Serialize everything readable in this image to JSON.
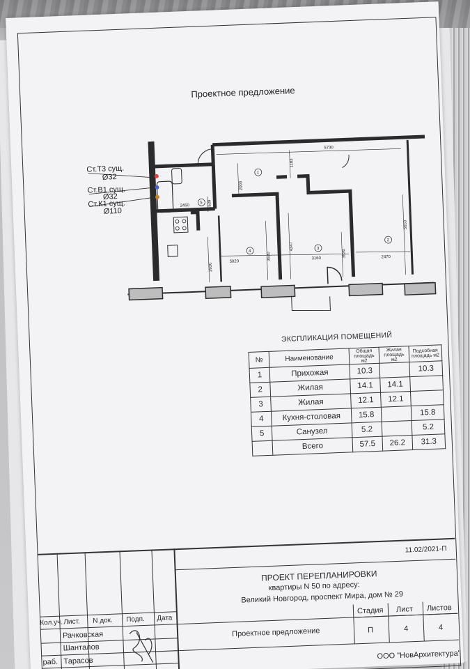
{
  "document": {
    "title": "Проектное предложение",
    "date_code": "11.02/2021-П"
  },
  "plan": {
    "risers": [
      {
        "name": "Ст.Т3 сущ.",
        "dia": "Ø32"
      },
      {
        "name": "Ст.В1 сущ.",
        "dia": "Ø32"
      },
      {
        "name": "Ст.К1 сущ.",
        "dia": "Ø110"
      }
    ],
    "dimensions": [
      "5730",
      "1183",
      "2000",
      "2450",
      "1639",
      "5020",
      "2930",
      "3530",
      "4347",
      "3160",
      "3530",
      "5650",
      "2470"
    ],
    "room_numbers": [
      "1",
      "2",
      "3",
      "4",
      "5"
    ]
  },
  "explication": {
    "title": "ЭКСПЛИКАЦИЯ ПОМЕЩЕНИЙ",
    "headers": [
      "№",
      "Наименование",
      "Общая площадь м2",
      "Жилая площадь м2",
      "Подсобная площадь м2"
    ],
    "rows": [
      {
        "num": "1",
        "name": "Прихожая",
        "total": "10.3",
        "living": "",
        "aux": "10.3"
      },
      {
        "num": "2",
        "name": "Жилая",
        "total": "14.1",
        "living": "14.1",
        "aux": ""
      },
      {
        "num": "3",
        "name": "Жилая",
        "total": "12.1",
        "living": "12.1",
        "aux": ""
      },
      {
        "num": "4",
        "name": "Кухня-столовая",
        "total": "15.8",
        "living": "",
        "aux": "15.8"
      },
      {
        "num": "5",
        "name": "Санузел",
        "total": "5.2",
        "living": "",
        "aux": "5.2"
      }
    ],
    "total": {
      "name": "Всего",
      "total": "57.5",
      "living": "26.2",
      "aux": "31.3"
    }
  },
  "stamp": {
    "project_title": "ПРОЕКТ ПЕРЕПЛАНИРОВКИ",
    "project_line2": "квартиры N 50 по адресу:",
    "project_line3": "Великий Новгород, проспект Мира, дом № 29",
    "col_headers": [
      "Кол.уч.",
      "Лист.",
      "N док.",
      "Подп.",
      "Дата"
    ],
    "people": [
      {
        "role": "",
        "name": "Рачковская"
      },
      {
        "role": "",
        "name": "Шанталов"
      },
      {
        "role": "раб.",
        "name": "Тарасов"
      }
    ],
    "sheet_name": "Проектное предложение",
    "stage_header": "Стадия",
    "sheet_header": "Лист",
    "sheets_header": "Листов",
    "stage": "П",
    "sheet": "4",
    "sheets": "4",
    "organization": "ООО \"НовАрхитектура\""
  }
}
